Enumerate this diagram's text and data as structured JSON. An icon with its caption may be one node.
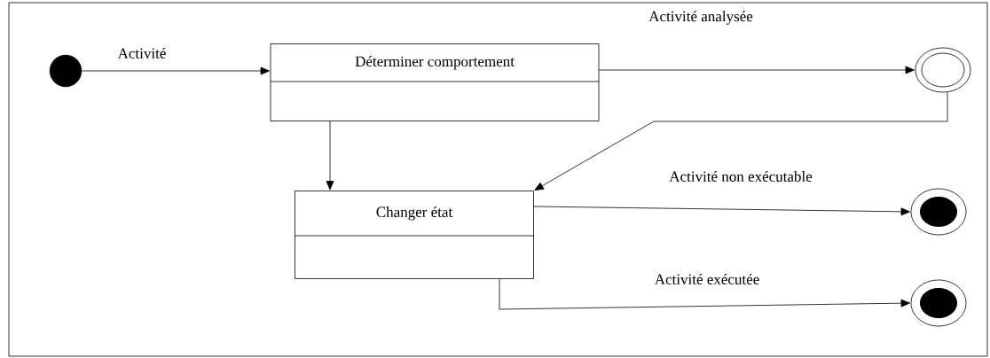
{
  "diagram": {
    "nodes": [
      {
        "text": [],
        "shape": "circle"
      },
      {
        "text": [
          "Déterminer comportement"
        ]
      },
      {
        "text": [],
        "shape": "circle"
      },
      {
        "text": [
          "Changer état"
        ]
      },
      {
        "text": [],
        "shape": "circle"
      },
      {
        "text": [],
        "shape": "circle"
      }
    ],
    "edges": [
      {
        "from": 0,
        "to": 1,
        "arrow": "to",
        "label": "Activité"
      },
      {
        "from": 1,
        "to": 2,
        "arrow": "to",
        "label": "Activité analysée"
      },
      {
        "from": 1,
        "to": 3,
        "arrow": "to"
      },
      {
        "from": 2,
        "to": 3,
        "arrow": "to"
      },
      {
        "from": 3,
        "to": 4,
        "arrow": "to",
        "label": "Activité non exécutable"
      },
      {
        "from": 3,
        "to": 5,
        "arrow": "to",
        "label": "Activité exécutée"
      }
    ]
  }
}
